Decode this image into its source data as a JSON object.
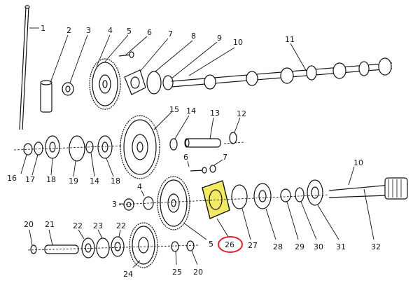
{
  "labels": {
    "n1": "1",
    "n2": "2",
    "n3": "3",
    "n4": "4",
    "n5": "5",
    "n6": "6",
    "n7": "7",
    "n8": "8",
    "n9": "9",
    "n10": "10",
    "n11": "11",
    "n15": "15",
    "n14": "14",
    "n13": "13",
    "n12": "12",
    "n16": "16",
    "n17": "17",
    "n18a": "18",
    "n19": "19",
    "n14b": "14",
    "n18b": "18",
    "n6b": "6",
    "n7b": "7",
    "n10b": "10",
    "n3b": "3",
    "n4b": "4",
    "n5b": "5",
    "n26": "26",
    "n27": "27",
    "n28": "28",
    "n29": "29",
    "n30": "30",
    "n31": "31",
    "n32": "32",
    "n20": "20",
    "n21": "21",
    "n22a": "22",
    "n23": "23",
    "n22b": "22",
    "n24": "24",
    "n25": "25",
    "n20b": "20"
  },
  "highlight": {
    "label": "26",
    "part_color": "#f2ea63",
    "ring_color": "#e0202a"
  }
}
